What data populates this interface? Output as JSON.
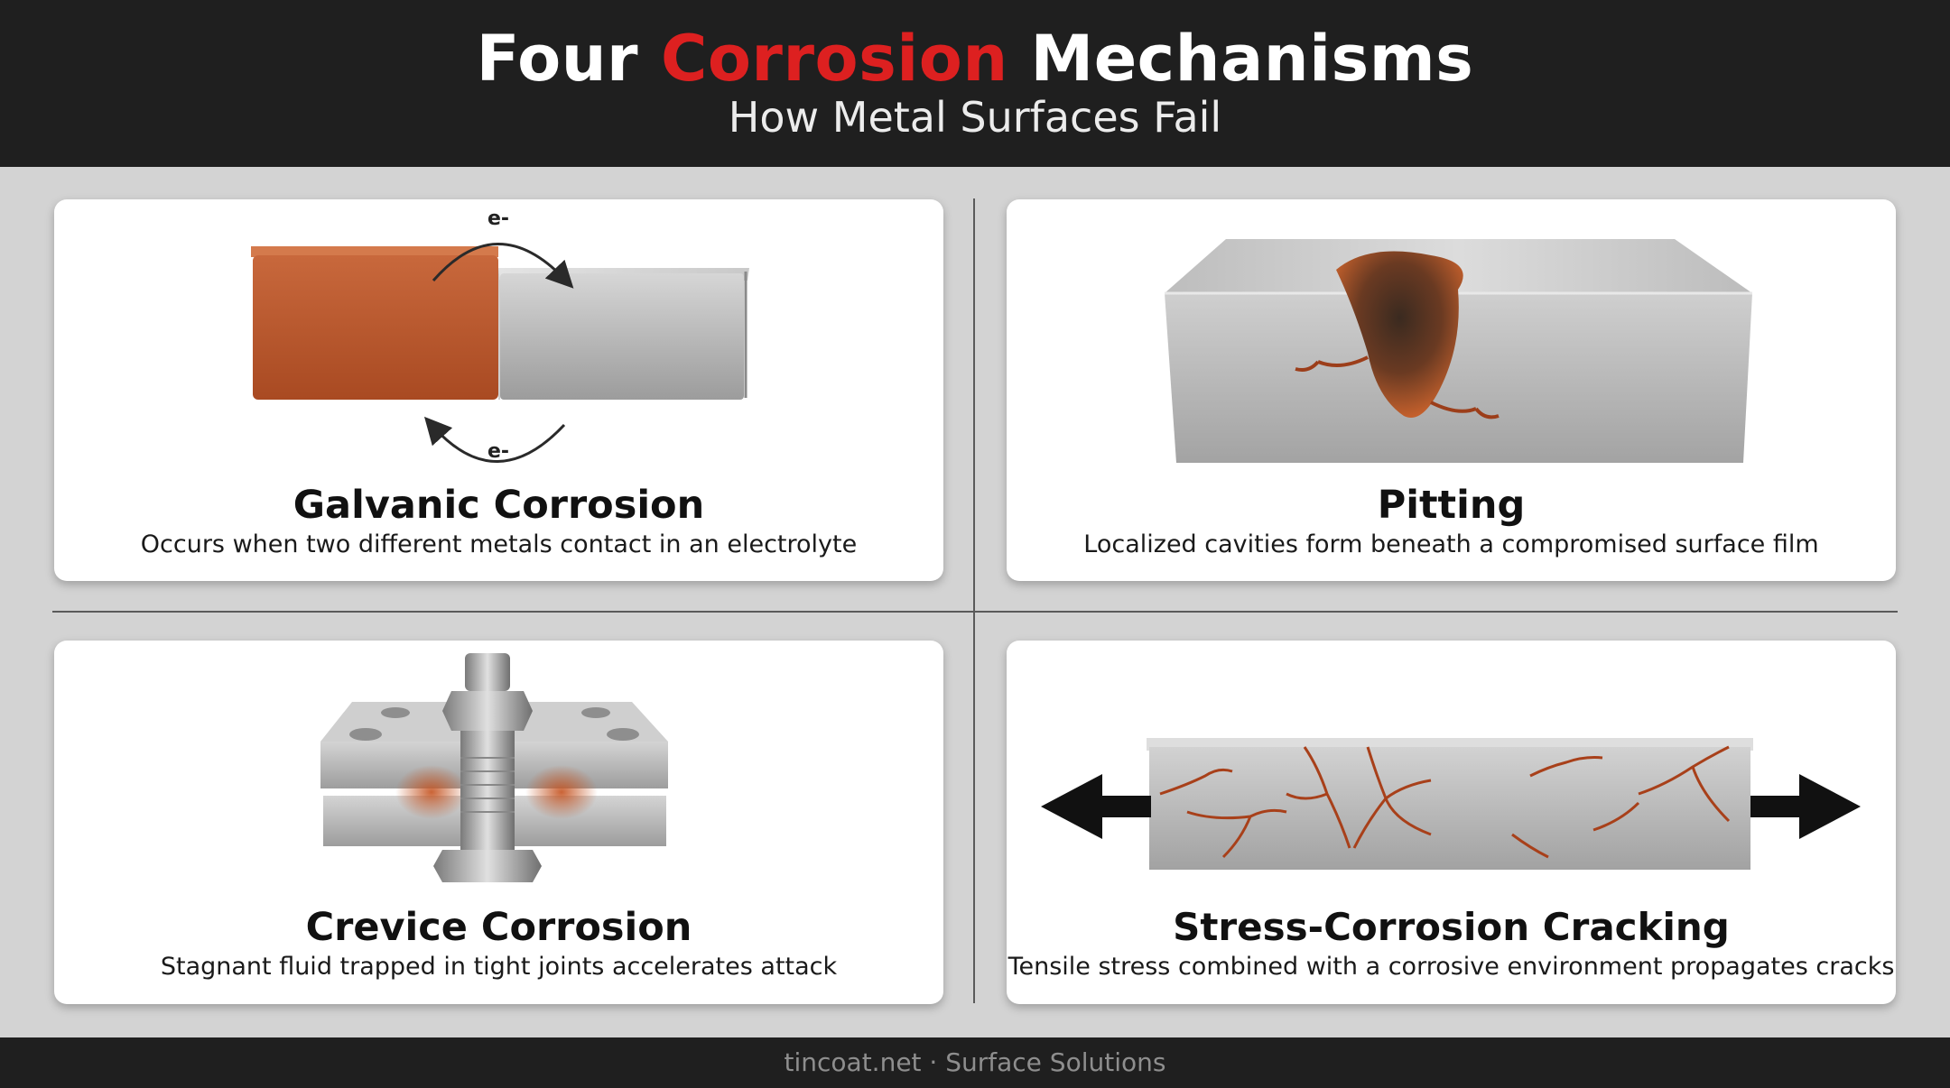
{
  "header": {
    "title_pre": "Four",
    "title_accent": "Corrosion",
    "title_post": "Mechanisms",
    "subtitle": "How Metal Surfaces Fail"
  },
  "cards": [
    {
      "title": "Galvanic Corrosion",
      "description": "Occurs when two different metals contact in an electrolyte",
      "labels": [
        "e-",
        "e-"
      ]
    },
    {
      "title": "Pitting",
      "description": "Localized cavities form beneath a compromised surface film"
    },
    {
      "title": "Crevice Corrosion",
      "description": "Stagnant fluid trapped in tight joints accelerates attack"
    },
    {
      "title": "Stress-Corrosion Cracking",
      "description": "Tensile stress combined with a corrosive environment propagates cracks"
    }
  ],
  "footer": {
    "text": "tincoat.net · Surface Solutions"
  },
  "colors": {
    "accent": "#dd2020",
    "header_bg": "#1f1f1f",
    "rust": "#b8552e",
    "steel": "#b9b9b9"
  }
}
